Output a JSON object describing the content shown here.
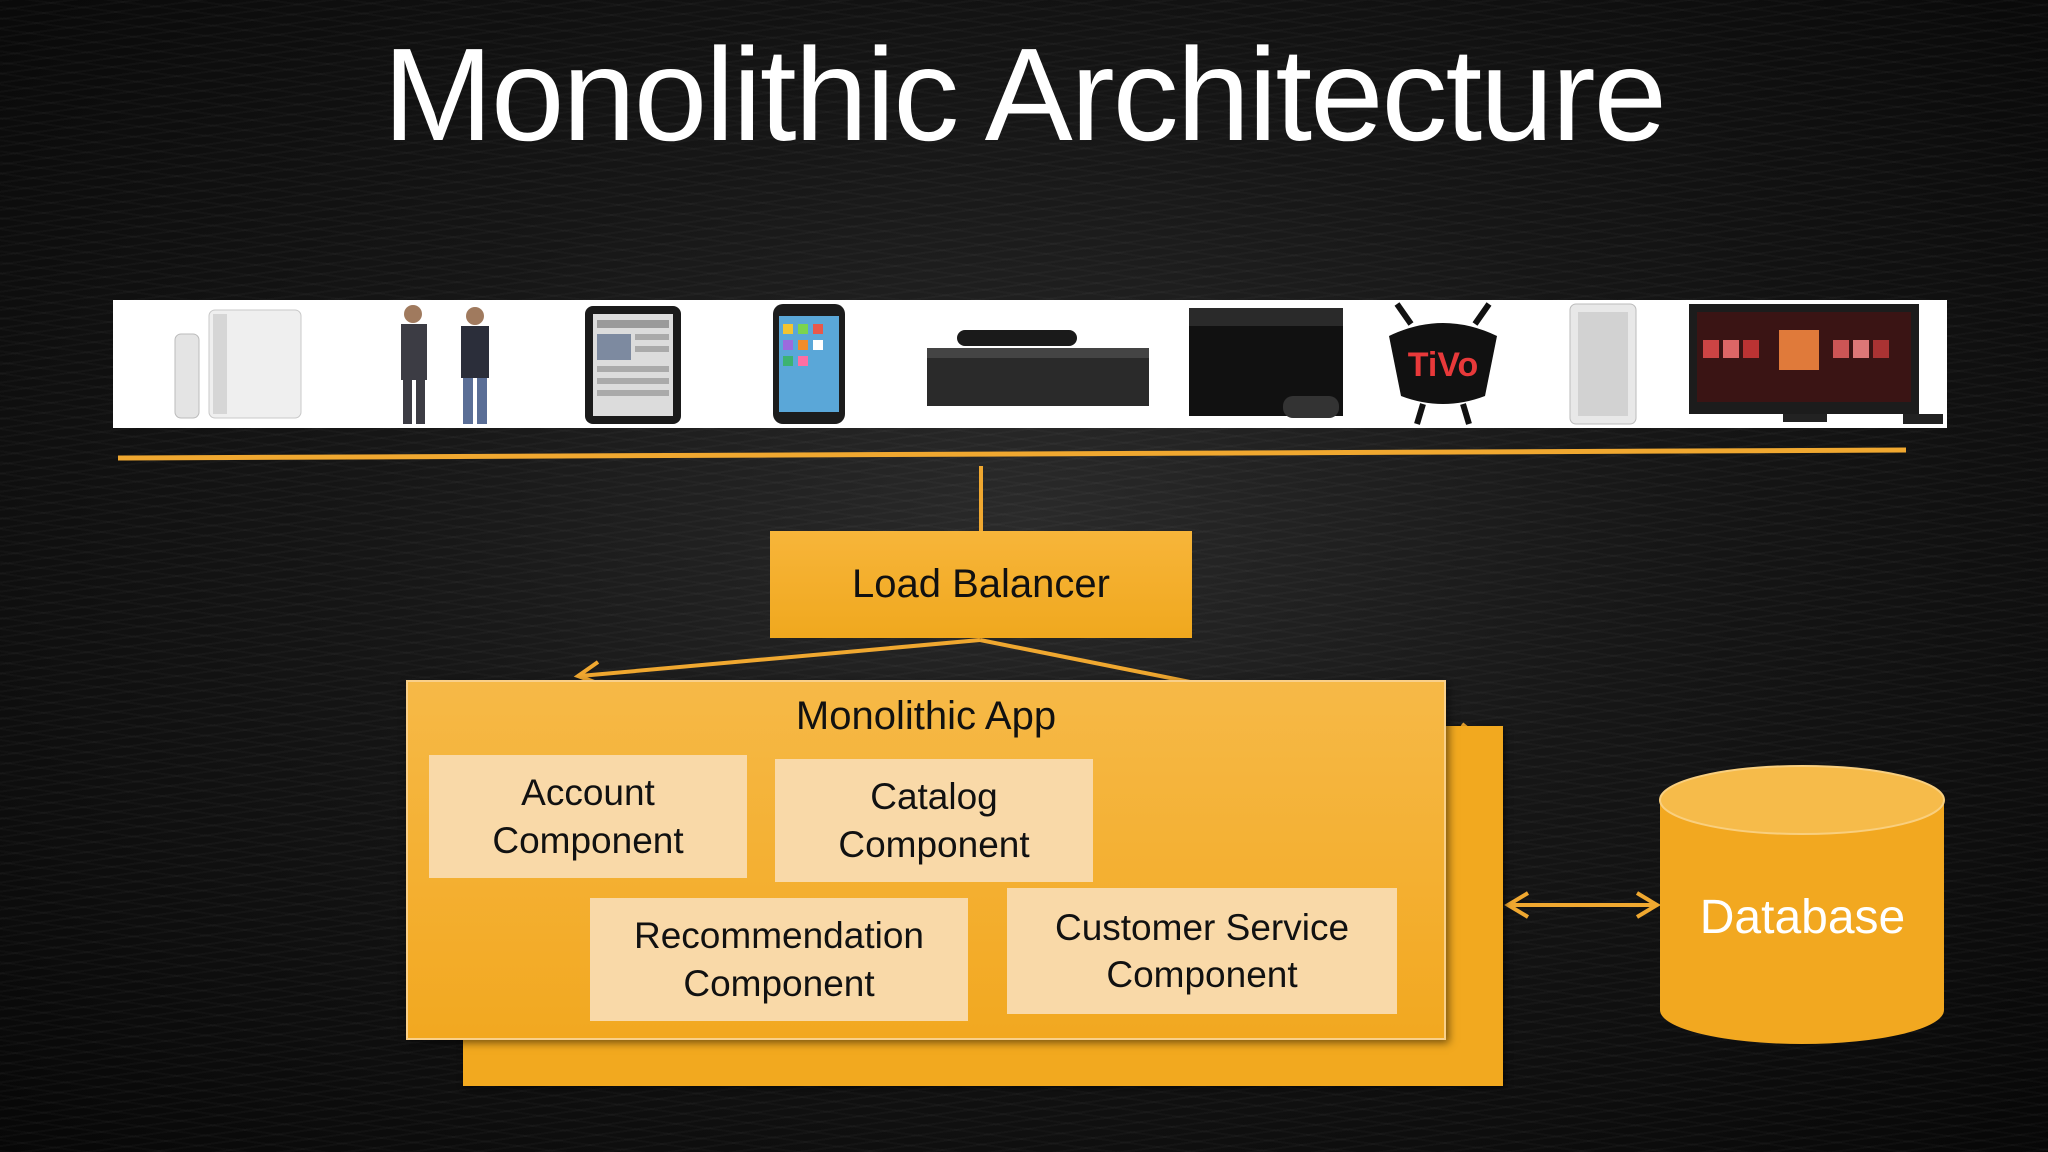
{
  "slide": {
    "title": "Monolithic Architecture"
  },
  "devices": [
    {
      "name": "wii-console-icon"
    },
    {
      "name": "people-icon"
    },
    {
      "name": "tablet-icon"
    },
    {
      "name": "smartphone-icon"
    },
    {
      "name": "set-top-box-icon"
    },
    {
      "name": "game-console-icon"
    },
    {
      "name": "tivo-logo-icon"
    },
    {
      "name": "xbox-console-icon"
    },
    {
      "name": "smart-tv-icon"
    }
  ],
  "diagram": {
    "load_balancer": "Load Balancer",
    "app_title": "Monolithic App",
    "components": {
      "account": [
        "Account",
        "Component"
      ],
      "catalog": [
        "Catalog",
        "Component"
      ],
      "recommendation": [
        "Recommendation",
        "Component"
      ],
      "customer_service": [
        "Customer Service",
        "Component"
      ]
    },
    "database": "Database"
  },
  "colors": {
    "accent": "#f2a820",
    "component_fill": "#f9d9a8",
    "line": "#f0a830",
    "title_text": "#ffffff"
  }
}
